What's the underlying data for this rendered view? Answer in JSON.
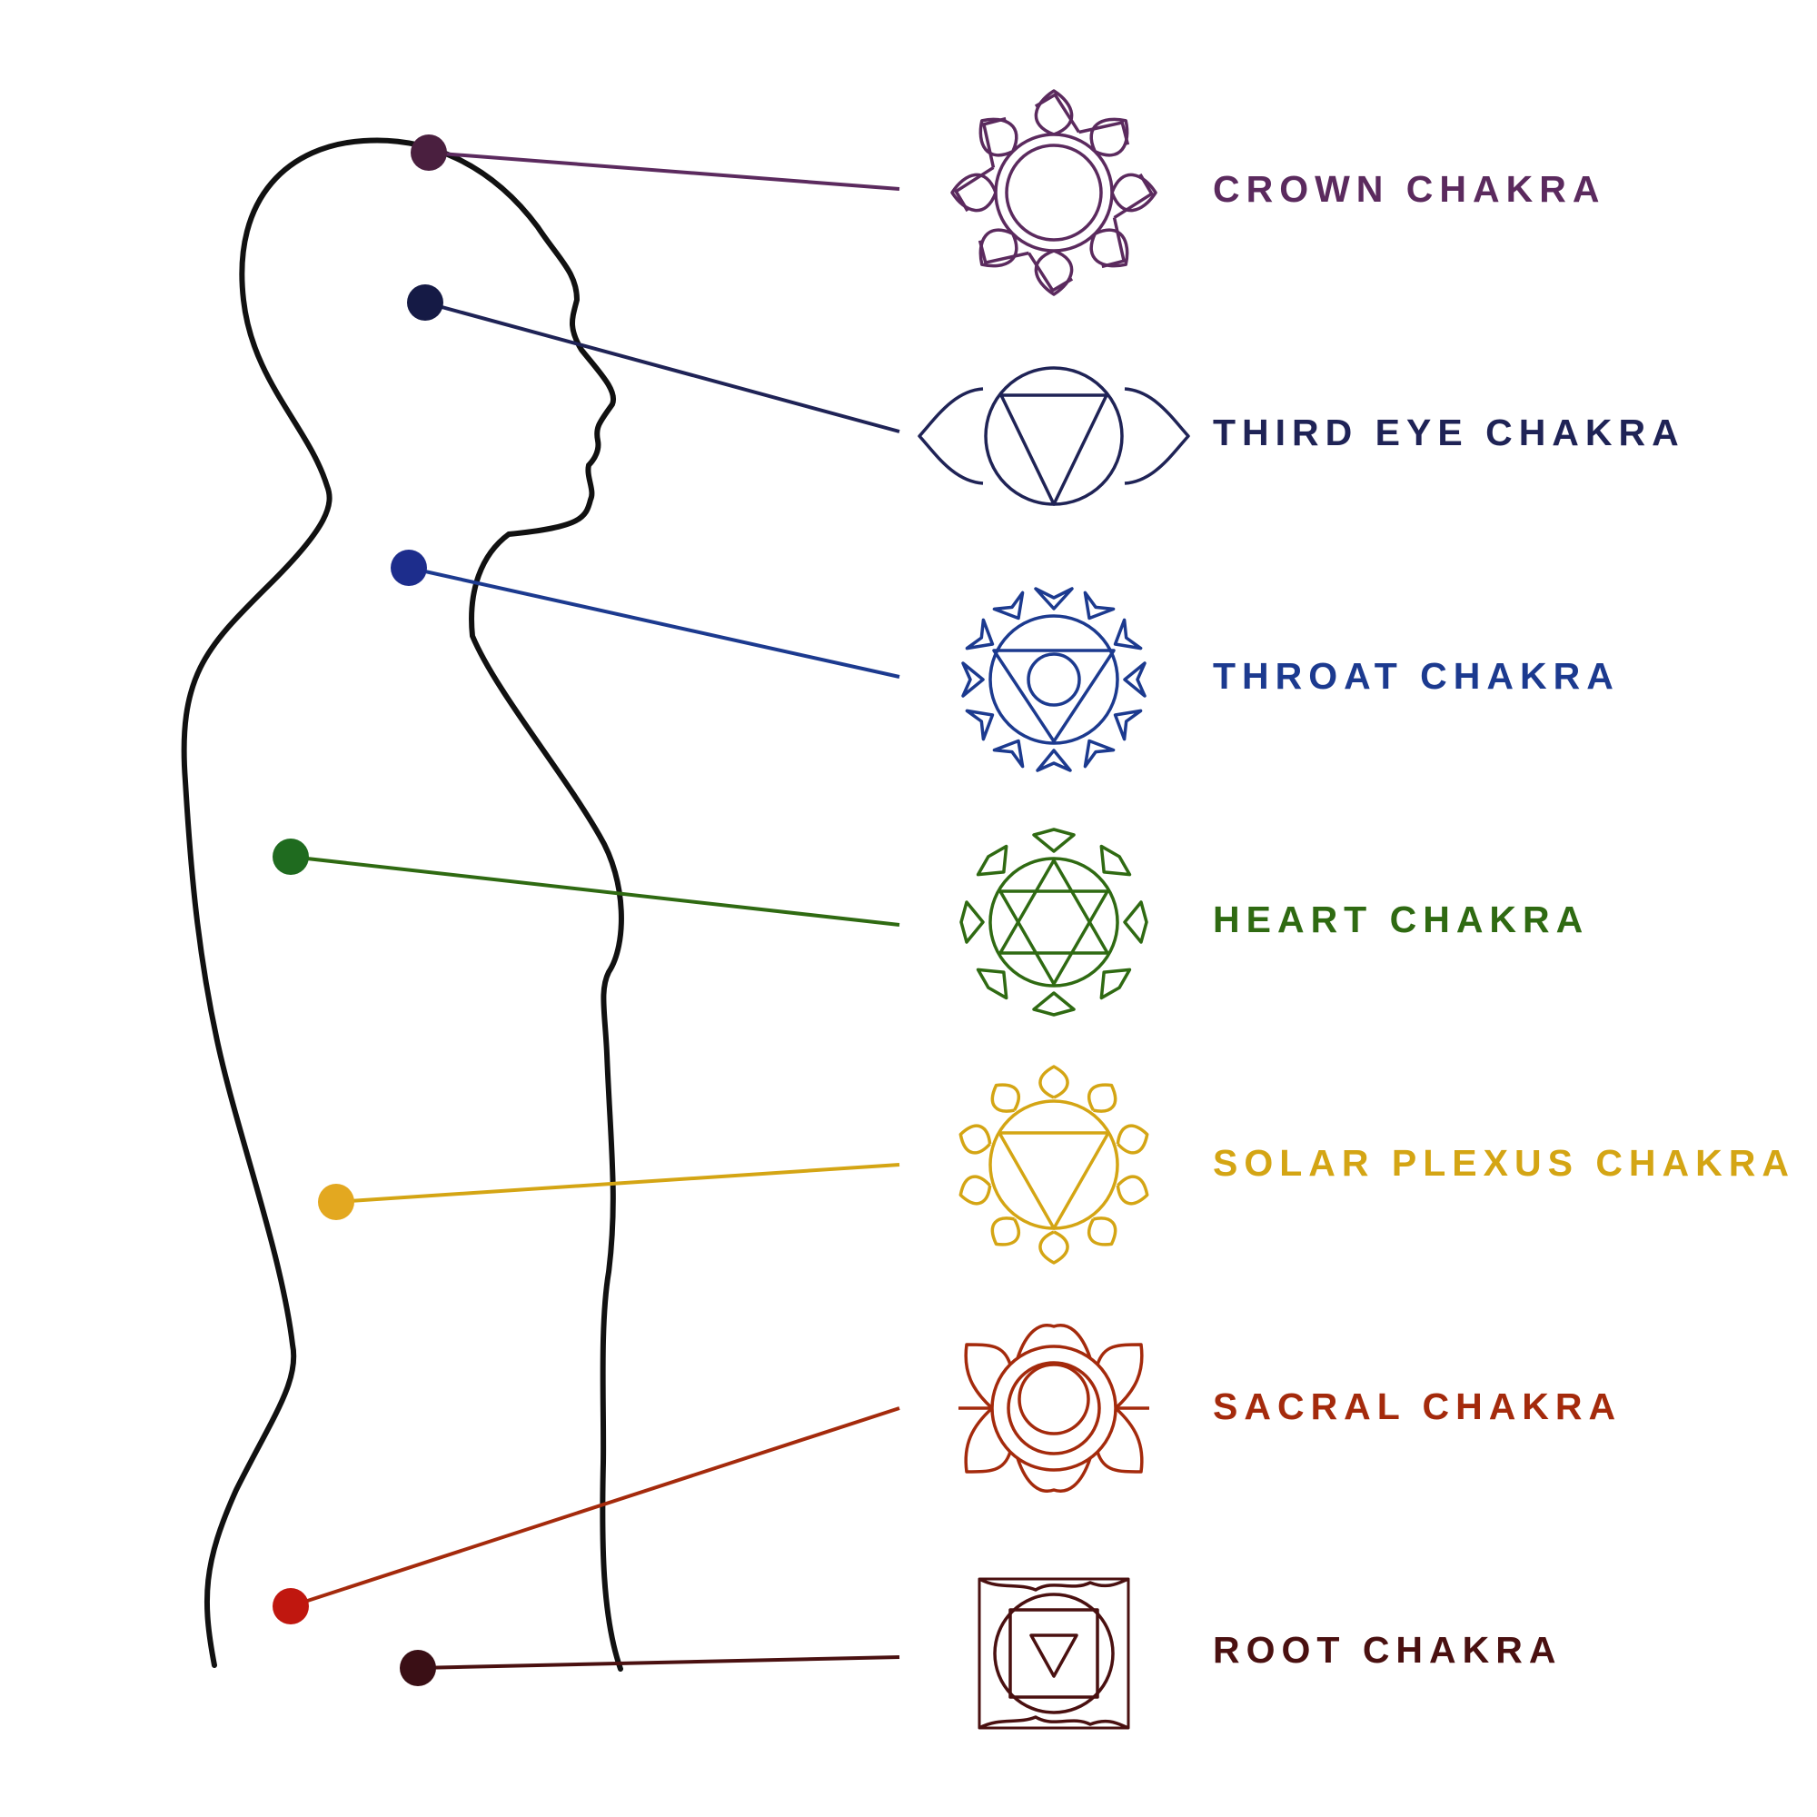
{
  "chakras": [
    {
      "id": "crown",
      "label": "CROWN CHAKRA",
      "color": "#5b2a5e",
      "symbol": "lotus-circle-icon"
    },
    {
      "id": "third-eye",
      "label": "THIRD EYE CHAKRA",
      "color": "#1f2356",
      "symbol": "eye-triangle-icon"
    },
    {
      "id": "throat",
      "label": "THROAT CHAKRA",
      "color": "#1c3a8f",
      "symbol": "lotus-triangle-circle-icon"
    },
    {
      "id": "heart",
      "label": "HEART CHAKRA",
      "color": "#2f6a12",
      "symbol": "lotus-hexagram-icon"
    },
    {
      "id": "solar-plexus",
      "label": "SOLAR PLEXUS CHAKRA",
      "color": "#d4a514",
      "symbol": "lotus-triangle-icon"
    },
    {
      "id": "sacral",
      "label": "SACRAL CHAKRA",
      "color": "#a42a0c",
      "symbol": "lotus-crescent-icon"
    },
    {
      "id": "root",
      "label": "ROOT CHAKRA",
      "color": "#4a1010",
      "symbol": "square-triangle-icon"
    }
  ],
  "body_outline_color": "#111111"
}
